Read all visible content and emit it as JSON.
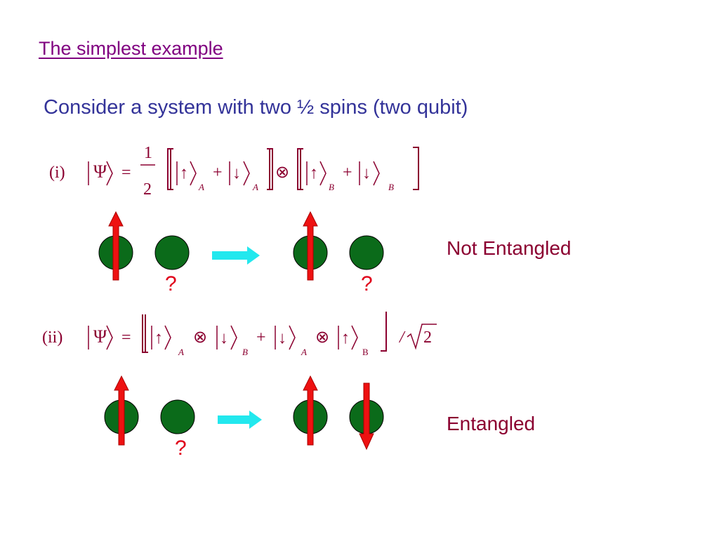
{
  "title": "The simplest example",
  "subtitle": "Consider  a system with two ½ spins (two qubit)",
  "eq1": {
    "label": "(i)",
    "psi": "Ψ",
    "equals": "=",
    "frac_num": "1",
    "frac_den": "2",
    "up": "↑",
    "down": "↓",
    "plus": "+",
    "otimes": "⊗",
    "subA": "A",
    "subB": "B"
  },
  "eq2": {
    "label": "(ii)",
    "psi": "Ψ",
    "equals": "=",
    "up": "↑",
    "down": "↓",
    "plus": "+",
    "otimes": "⊗",
    "subA": "A",
    "subB_italic": "B",
    "subB_roman": "B",
    "slash": "/",
    "two": "2"
  },
  "row1": {
    "state_label": "Not Entangled",
    "qmark_left": "?",
    "qmark_right": "?"
  },
  "row2": {
    "state_label": "Entangled",
    "qmark_left": "?"
  },
  "colors": {
    "spin_ball": "#0b6b1a",
    "arrow_red": "#ee1111",
    "transition_arrow": "#22e8ee",
    "equation": "#8B0030",
    "title": "#800080",
    "subtitle": "#333399"
  }
}
